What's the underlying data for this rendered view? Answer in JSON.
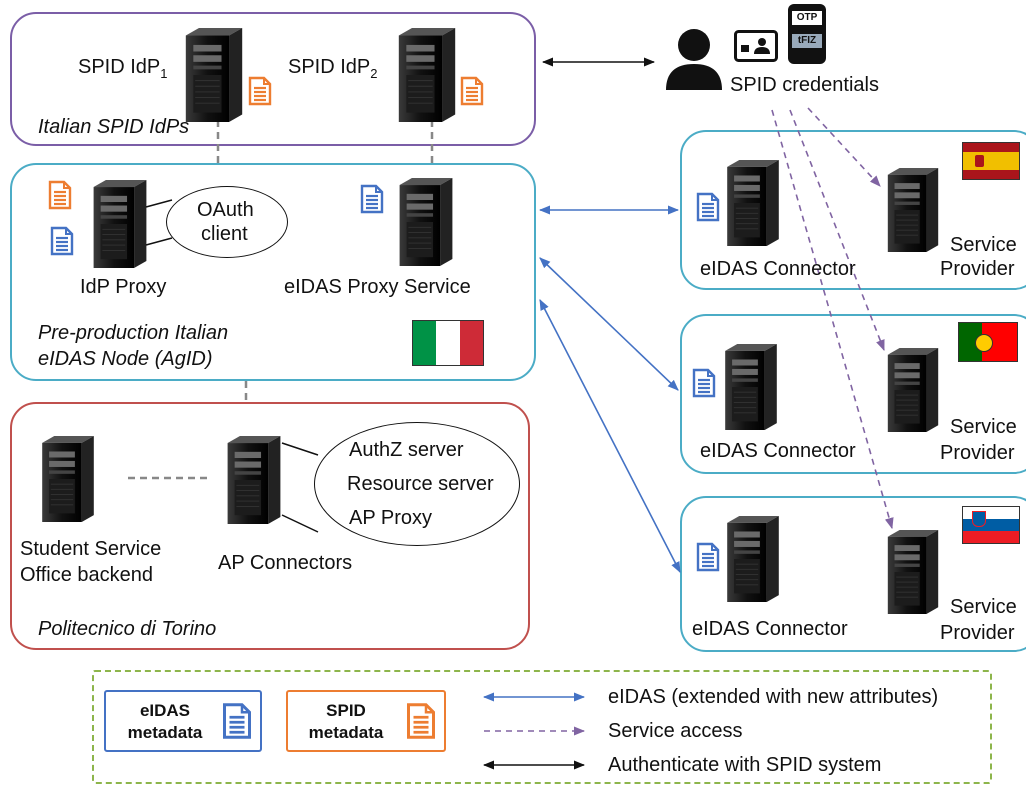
{
  "groups": {
    "spid_idps": "Italian SPID IdPs",
    "eidas_node_line1": "Pre-production Italian",
    "eidas_node_line2": "eIDAS Node (AgID)",
    "polito": "Politecnico di Torino"
  },
  "spid": {
    "idp1": "SPID IdP",
    "idp1_sub": "1",
    "idp2": "SPID IdP",
    "idp2_sub": "2",
    "credentials": "SPID credentials",
    "otp": "OTP",
    "token": "tFIZ"
  },
  "node": {
    "idp_proxy": "IdP Proxy",
    "oauth_line1": "OAuth",
    "oauth_line2": "client",
    "eidas_proxy_service": "eIDAS Proxy Service"
  },
  "polito": {
    "student_line1": "Student Service",
    "student_line2": "Office backend",
    "ap_connectors": "AP Connectors",
    "authz": "AuthZ server",
    "resource": "Resource server",
    "ap_proxy": "AP Proxy"
  },
  "countries": [
    {
      "connector": "eIDAS Connector",
      "sp_line1": "Service",
      "sp_line2": "Provider",
      "flag": "spain"
    },
    {
      "connector": "eIDAS Connector",
      "sp_line1": "Service",
      "sp_line2": "Provider",
      "flag": "portugal"
    },
    {
      "connector": "eIDAS Connector",
      "sp_line1": "Service",
      "sp_line2": "Provider",
      "flag": "slovenia"
    }
  ],
  "legend": {
    "eidas_meta_line1": "eIDAS",
    "eidas_meta_line2": "metadata",
    "spid_meta_line1": "SPID",
    "spid_meta_line2": "metadata",
    "eidas_arrow": "eIDAS (extended with new attributes)",
    "service_access": "Service access",
    "auth_spid": "Authenticate with SPID system"
  },
  "colors": {
    "purple_box": "#7B5EA7",
    "teal_box": "#4BACC6",
    "red_box": "#C0504D",
    "green_dash": "#8DB54B",
    "eidas_blue": "#4472C4",
    "spid_orange": "#ED7D31",
    "service_dash": "#8064A2"
  },
  "icons": [
    "server-icon",
    "document-icon",
    "user-icon",
    "id-card-icon",
    "phone-otp-icon",
    "flag-italy-icon",
    "flag-spain-icon",
    "flag-portugal-icon",
    "flag-slovenia-icon"
  ]
}
